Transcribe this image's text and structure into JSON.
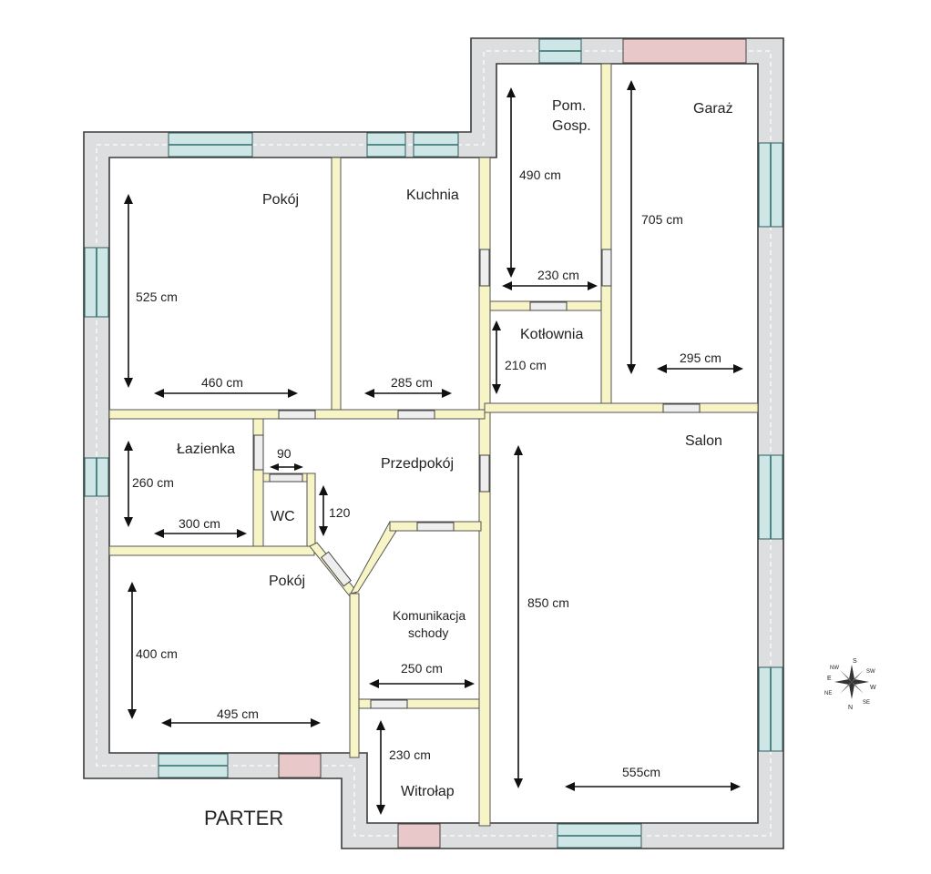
{
  "plan": {
    "title": "PARTER",
    "rooms": [
      {
        "id": "pokoj-1",
        "label": "Pokój"
      },
      {
        "id": "kuchnia",
        "label": "Kuchnia"
      },
      {
        "id": "pom-gosp-1",
        "label": "Pom."
      },
      {
        "id": "pom-gosp-2",
        "label": "Gosp."
      },
      {
        "id": "garaz",
        "label": "Garaż"
      },
      {
        "id": "kotlownia",
        "label": "Kotłownia"
      },
      {
        "id": "salon",
        "label": "Salon"
      },
      {
        "id": "lazienka",
        "label": "Łazienka"
      },
      {
        "id": "przedpokoj",
        "label": "Przedpokój"
      },
      {
        "id": "wc",
        "label": "WC"
      },
      {
        "id": "pokoj-2",
        "label": "Pokój"
      },
      {
        "id": "komunikacja-1",
        "label": "Komunikacja"
      },
      {
        "id": "komunikacja-2",
        "label": "schody"
      },
      {
        "id": "witrolap",
        "label": "Witrołap"
      }
    ],
    "dimensions": [
      {
        "id": "pokoj1-h",
        "label": "525 cm"
      },
      {
        "id": "pokoj1-w",
        "label": "460 cm"
      },
      {
        "id": "kuchnia-w",
        "label": "285 cm"
      },
      {
        "id": "gosp-h",
        "label": "490 cm"
      },
      {
        "id": "gosp-w",
        "label": "230 cm"
      },
      {
        "id": "garaz-h",
        "label": "705 cm"
      },
      {
        "id": "garaz-w",
        "label": "295 cm"
      },
      {
        "id": "kotl-h",
        "label": "210 cm"
      },
      {
        "id": "lazienka-h",
        "label": "260 cm"
      },
      {
        "id": "lazienka-w",
        "label": "300 cm"
      },
      {
        "id": "wc-w",
        "label": "90"
      },
      {
        "id": "wc-h",
        "label": "120"
      },
      {
        "id": "pokoj2-h",
        "label": "400 cm"
      },
      {
        "id": "pokoj2-w",
        "label": "495 cm"
      },
      {
        "id": "kom-w",
        "label": "250 cm"
      },
      {
        "id": "salon-h",
        "label": "850 cm"
      },
      {
        "id": "salon-w",
        "label": "555cm"
      },
      {
        "id": "witrolap-h",
        "label": "230 cm"
      }
    ],
    "compass_letters": [
      "S",
      "N",
      "W",
      "E",
      "SW",
      "NE",
      "NW",
      "SE"
    ],
    "colors": {
      "wall": "#dddedf",
      "partition": "#f7f4c6",
      "window": "#cfe6e6",
      "door": "#e8c8c8"
    }
  }
}
